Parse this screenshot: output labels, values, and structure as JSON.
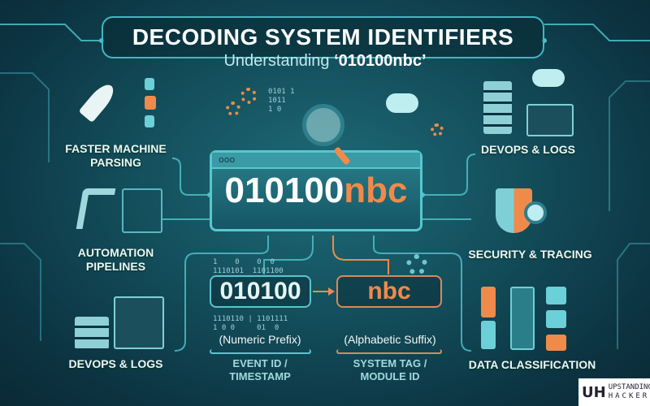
{
  "header": {
    "title": "DECODING SYSTEM IDENTIFIERS",
    "subtitle_prefix": "Understanding ",
    "subtitle_id": "‘010100nbc’"
  },
  "center": {
    "numeric": "010100",
    "alpha": "nbc",
    "window_dots": "ooo"
  },
  "left": [
    {
      "label": "FASTER MACHINE\nPARSING",
      "icon": "rocket-icon"
    },
    {
      "label": "AUTOMATION\nPIPELINES",
      "icon": "robot-arm-icon"
    },
    {
      "label": "DEVOPS & LOGS",
      "icon": "server-icon"
    }
  ],
  "right": [
    {
      "label": "DEVOPS & LOGS",
      "icon": "server-cloud-icon"
    },
    {
      "label": "SECURITY & TRACING",
      "icon": "shield-icon"
    },
    {
      "label": "DATA CLASSIFICATION",
      "icon": "documents-icon"
    }
  ],
  "breakdown": {
    "prefix": {
      "value": "010100",
      "caption": "(Numeric Prefix)",
      "meaning": "EVENT ID /\nTIMESTAMP",
      "bits_top": "1    0    0  0\n1110101  1101100",
      "bits_bottom": "1110110 | 1101111\n1 0 0     01  0"
    },
    "suffix": {
      "value": "nbc",
      "caption": "(Alphabetic Suffix)",
      "meaning": "SYSTEM TAG /\nMODULE ID"
    }
  },
  "logo": {
    "text_top": "UPSTANDING",
    "text_bottom": "HACKER",
    "mark": "UH"
  },
  "colors": {
    "accent": "#57c7cf",
    "orange": "#f08a4b",
    "background": "#14505d"
  }
}
